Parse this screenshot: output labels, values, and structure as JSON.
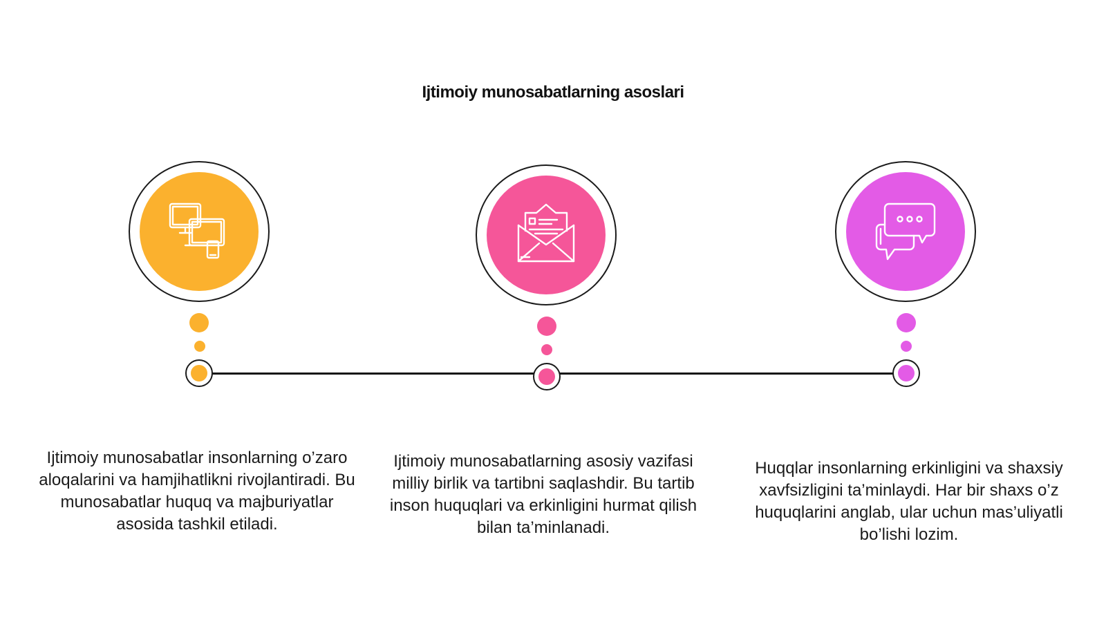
{
  "title": "Ijtimoiy munosabatlarning asoslari",
  "steps": [
    {
      "icon": "devices-icon",
      "color": "#FBB12E",
      "text": "Ijtimoiy munosabatlar insonlarning o’zaro aloqalarini va hamjihatlikni rivojlantiradi. Bu munosabatlar huquq va majburiyatlar asosida tashkil etiladi."
    },
    {
      "icon": "envelope-icon",
      "color": "#F55699",
      "text": "Ijtimoiy munosabatlarning asosiy vazifasi milliy birlik va tartibni saqlashdir. Bu tartib inson huquqlari va erkinligini hurmat qilish bilan ta’minlanadi."
    },
    {
      "icon": "chat-bubbles-icon",
      "color": "#E35BE6",
      "text": "Huqqlar insonlarning erkinligini va shaxsiy xavfsizligini ta’minlaydi. Har bir shaxs o’z huquqlarini anglab, ular uchun mas’uliyatli bo’lishi lozim."
    }
  ]
}
